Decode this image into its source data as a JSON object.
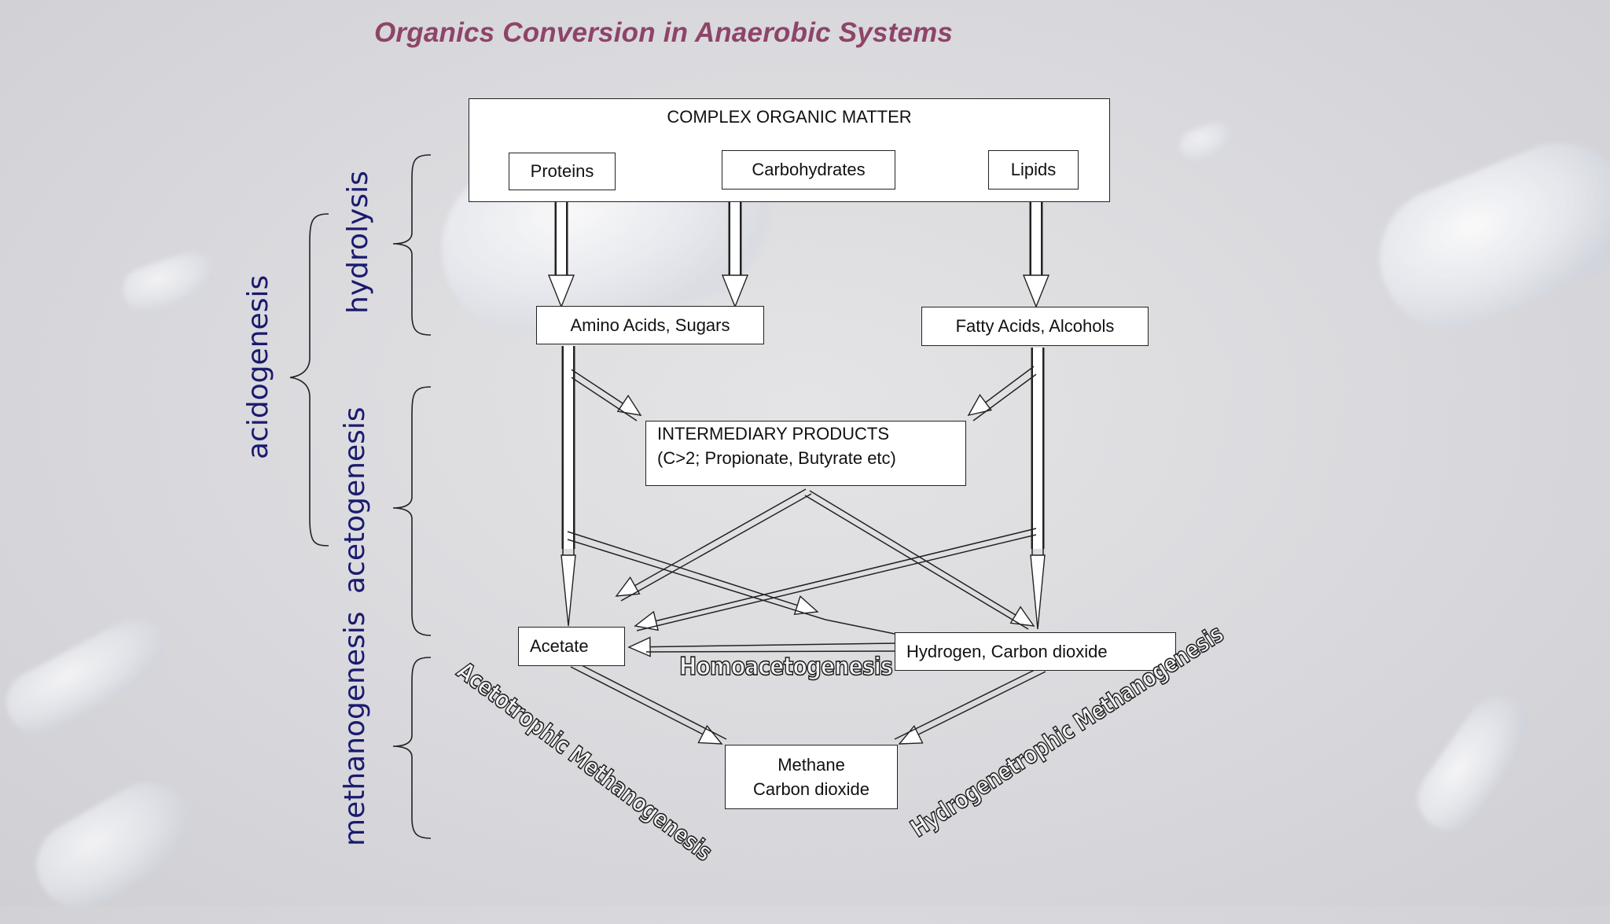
{
  "title": "Organics Conversion in Anaerobic Systems",
  "stages": {
    "hydrolysis": "hydrolysis",
    "acidogenesis": "acidogenesis",
    "acetogenesis": "acetogenesis",
    "methanogenesis": "methanogenesis"
  },
  "nodes": {
    "complex_organic_matter": "COMPLEX ORGANIC MATTER",
    "proteins": "Proteins",
    "carbohydrates": "Carbohydrates",
    "lipids": "Lipids",
    "amino_acids_sugars": "Amino Acids, Sugars",
    "fatty_acids_alcohols": "Fatty Acids, Alcohols",
    "intermediary_line1": "INTERMEDIARY PRODUCTS",
    "intermediary_line2": "(C>2; Propionate, Butyrate etc)",
    "acetate": "Acetate",
    "hydrogen_co2": "Hydrogen, Carbon dioxide",
    "methane_line1": "Methane",
    "methane_line2": "Carbon dioxide"
  },
  "processes": {
    "homoacetogenesis": "Homoacetogenesis",
    "acetotrophic": "Acetotrophic Methanogenesis",
    "hydrogenotrophic": "Hydrogenetrophic Methanogenesis"
  },
  "colors": {
    "title": "#8e4468",
    "stage_label": "#1a1a6e",
    "box_border": "#222222",
    "arrow_fill": "#ffffff"
  }
}
